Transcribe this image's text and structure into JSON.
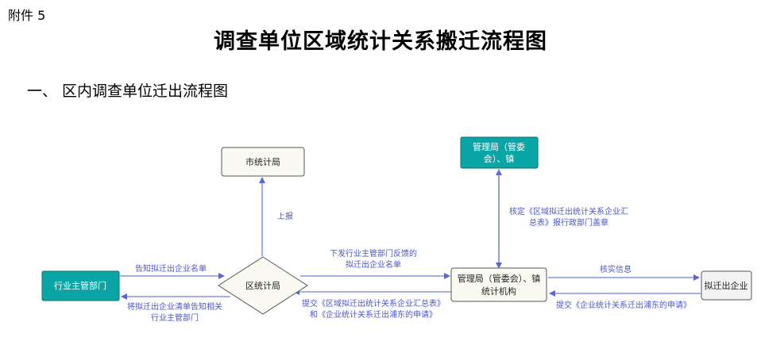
{
  "header": {
    "attachment": "附件 5",
    "title": "调查单位区域统计关系搬迁流程图",
    "section": "一、 区内调查单位迁出流程图"
  },
  "nodes": {
    "city_bureau": "市统计局",
    "mgmt_top": [
      "管理局（管委",
      "会）、镇"
    ],
    "industry_dept": "行业主管部门",
    "district_bureau": "区统计局",
    "mgmt_center": [
      "管理局（管委会）、镇",
      "统计机构"
    ],
    "enterprise": "拟迁出企业"
  },
  "edges": {
    "report_up": "上报",
    "verify": [
      "核定《区域拟迁出统计关系企业汇",
      "总表》报行政部门盖章"
    ],
    "notify_list": "告知拟迁出企业名单",
    "notify_back": [
      "将拟迁出企业清单告知相关",
      "行业主管部门"
    ],
    "issue_down": [
      "下发行业主管部门反馈的",
      "拟迁出企业名单"
    ],
    "submit_summary": [
      "提交《区域拟迁出统计关系企业汇总表》",
      "和《企业统计关系迁出浦东的申请》"
    ],
    "verify_info": "核实信息",
    "submit_apply": "提交《企业统计关系迁出浦东的申请》"
  },
  "colors": {
    "teal": "#0aa6a6",
    "arrow": "#6f7fe0",
    "label": "#4a56c8",
    "box_fill": "#fbfaf2",
    "box_border": "#555555"
  }
}
